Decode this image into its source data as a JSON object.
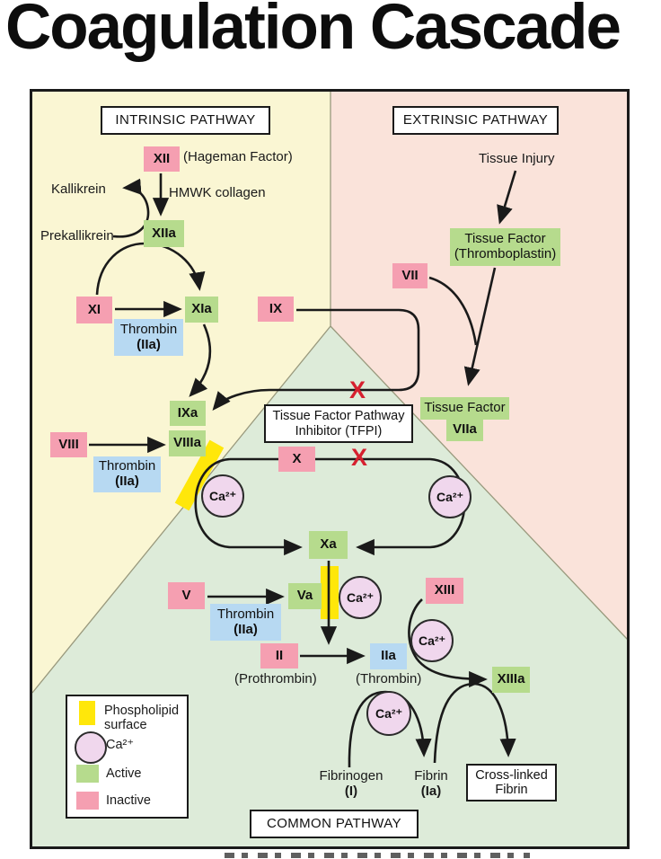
{
  "title": "Coagulation Cascade",
  "sections": {
    "intrinsic": "INTRINSIC PATHWAY",
    "extrinsic": "EXTRINSIC PATHWAY",
    "common": "COMMON PATHWAY"
  },
  "intrinsic": {
    "xii": "XII",
    "hageman": "(Hageman Factor)",
    "kallikrein": "Kallikrein",
    "prekallikrein": "Prekallikrein",
    "hmwk": "HMWK collagen",
    "xiia": "XIIa",
    "xi": "XI",
    "xia": "XIa",
    "ix": "IX",
    "ixa": "IXa",
    "viii": "VIII",
    "viiia": "VIIIa"
  },
  "extrinsic": {
    "tissue_injury": "Tissue Injury",
    "tf_l1": "Tissue Factor",
    "tf_l2": "(Thromboplastin)",
    "vii": "VII",
    "tissue_factor": "Tissue Factor",
    "viia": "VIIa"
  },
  "tfpi": {
    "l1": "Tissue Factor Pathway",
    "l2": "Inhibitor (TFPI)"
  },
  "thrombin_label": {
    "l1": "Thrombin",
    "l2": "(IIa)"
  },
  "common": {
    "x": "X",
    "xa": "Xa",
    "v": "V",
    "va": "Va",
    "ii": "II",
    "prothrombin": "(Prothrombin)",
    "iia": "IIa",
    "thrombin": "(Thrombin)",
    "xiii": "XIII",
    "xiiia": "XIIIa",
    "fibrinogen": "Fibrinogen",
    "fibrinogen_num": "(I)",
    "fibrin": "Fibrin",
    "fibrin_num": "(Ia)",
    "crosslinked_l1": "Cross-linked",
    "crosslinked_l2": "Fibrin"
  },
  "ca_label": "Ca²⁺",
  "inhibit_mark": "X",
  "legend": {
    "phospholipid_l1": "Phospholipid",
    "phospholipid_l2": "surface",
    "ca": "Ca²⁺",
    "active": "Active",
    "inactive": "Inactive"
  },
  "colors": {
    "intrinsic_bg": "#FAF6D3",
    "extrinsic_bg": "#FAE3DA",
    "common_bg": "#DDEBD9",
    "inactive_box": "#F59FB1",
    "active_box": "#B6DB8D",
    "thrombin_box": "#B7D9F2",
    "phospholipid": "#FFE70A",
    "calcium_fill": "#F0D7ED",
    "inhibit_x": "#D6202F",
    "line": "#1a1a1a"
  }
}
